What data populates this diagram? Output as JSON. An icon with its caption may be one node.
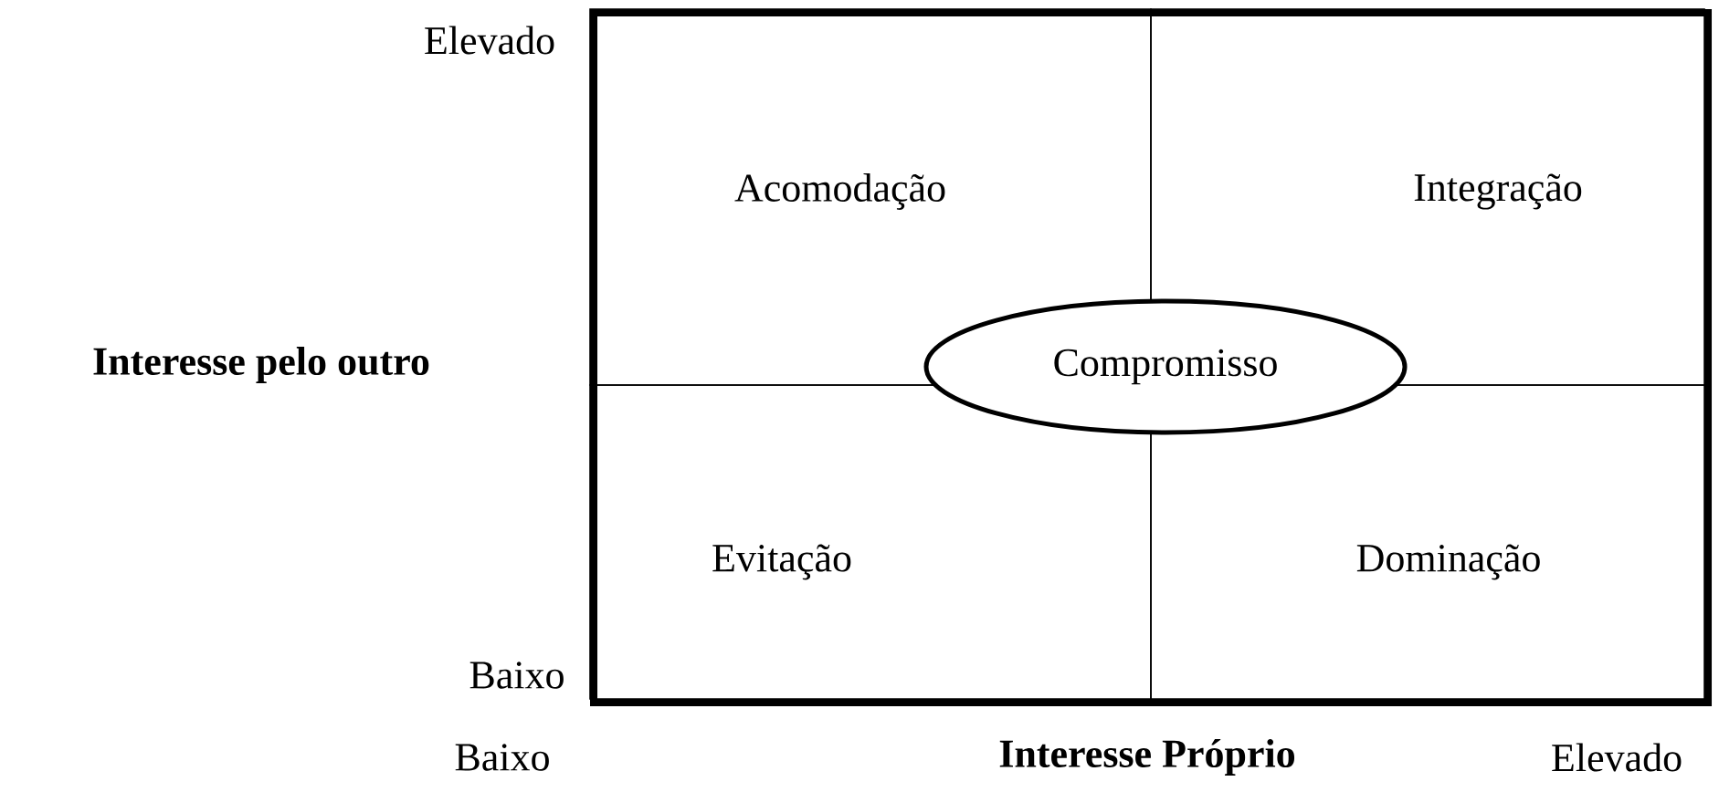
{
  "diagram": {
    "nodes": [
      {
        "text": [],
        "shape": "box"
      },
      {
        "text": [
          "Acomodação"
        ],
        "in": 0
      },
      {
        "text": [
          "Integração"
        ],
        "in": 0
      },
      {
        "text": [
          "Evitação"
        ],
        "in": 0
      },
      {
        "text": [
          "Dominação"
        ],
        "in": 0
      },
      {
        "text": [
          "Compromisso"
        ],
        "in": 0
      }
    ],
    "edges": [],
    "labels": [
      "Elevado",
      "Interesse pelo outro",
      "Baixo",
      "Baixo",
      "Interesse Próprio",
      "Elevado"
    ]
  }
}
